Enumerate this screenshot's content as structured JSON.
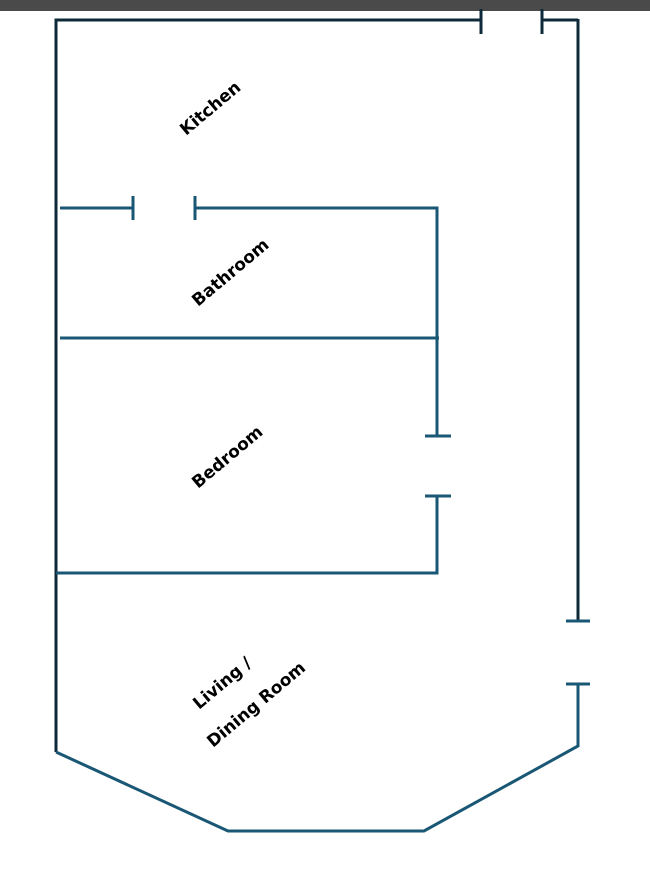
{
  "colors": {
    "wall": "#195774",
    "outer_wall": "#0e2a3a",
    "top_bar": "#4a4a4a",
    "label": "#000000"
  },
  "rooms": {
    "kitchen": "Kitchen",
    "bathroom": "Bathroom",
    "bedroom": "Bedroom",
    "living_line1": "Living /",
    "living_line2": "Dining Room"
  }
}
